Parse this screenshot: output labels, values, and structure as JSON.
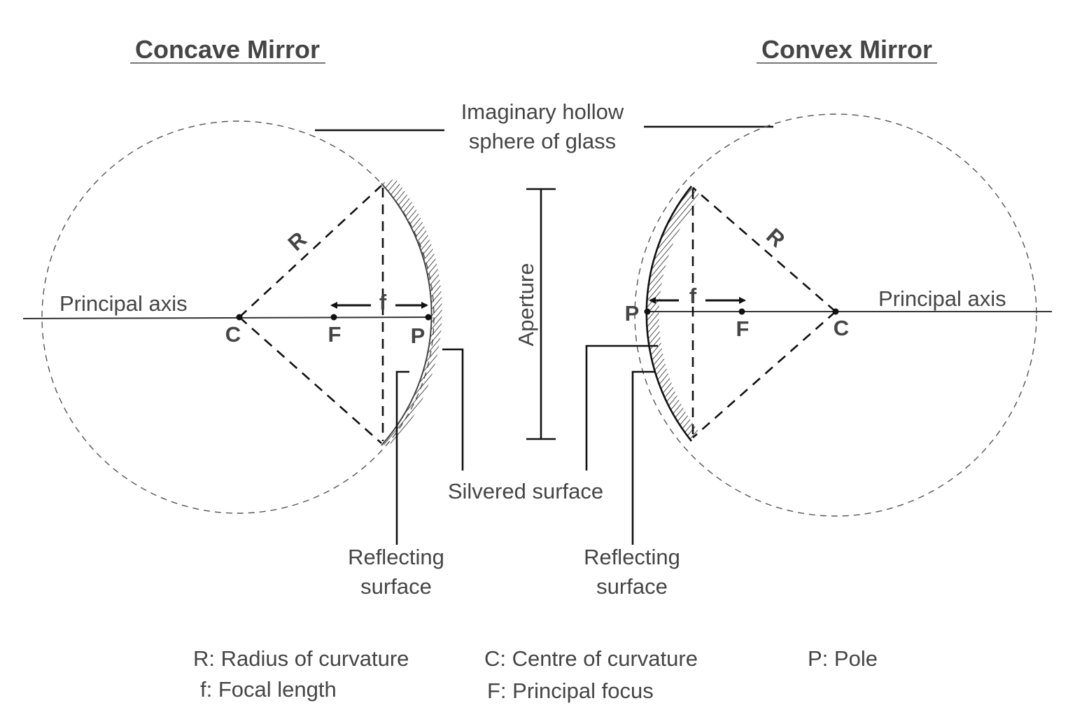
{
  "titles": {
    "concave": "Concave Mirror",
    "convex": "Convex Mirror"
  },
  "labels": {
    "sphere_line1": "Imaginary hollow",
    "sphere_line2": "sphere of glass",
    "aperture": "Aperture",
    "silvered": "Silvered surface",
    "reflecting_line1": "Reflecting",
    "reflecting_line2": "surface",
    "principal_axis": "Principal axis"
  },
  "points": {
    "R": "R",
    "C": "C",
    "F": "F",
    "P": "P",
    "f": "f"
  },
  "legend": [
    {
      "key": "R",
      "text": "R: Radius of curvature"
    },
    {
      "key": "C",
      "text": "C: Centre of curvature"
    },
    {
      "key": "P",
      "text": "P: Pole"
    },
    {
      "key": "f",
      "text": "f: Focal length"
    },
    {
      "key": "F",
      "text": "F: Principal focus"
    }
  ],
  "colors": {
    "text": "#454545",
    "line": "#111111",
    "circle": "#555555"
  }
}
